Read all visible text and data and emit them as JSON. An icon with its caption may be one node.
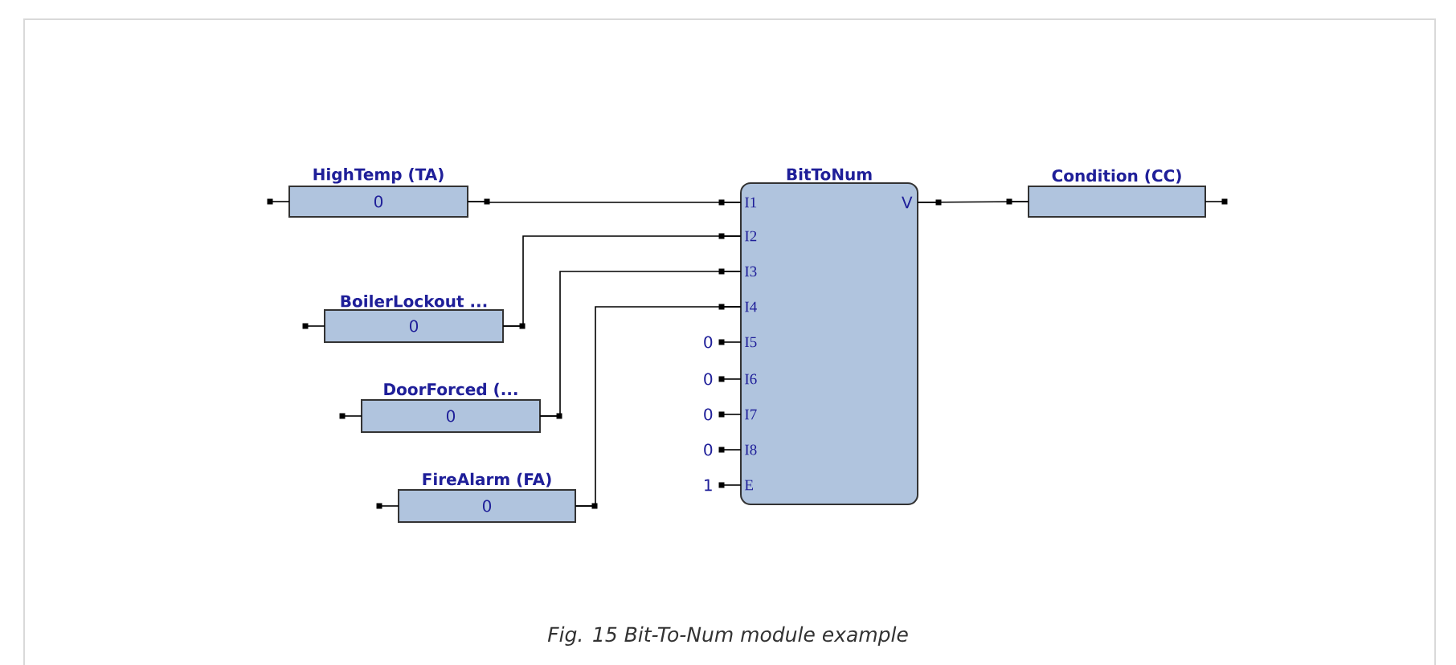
{
  "diagram": {
    "caption": "Fig. 15 Bit-To-Num module example",
    "nodes": [
      {
        "text": [
          "HighTemp (TA)",
          "0"
        ]
      },
      {
        "text": [
          "BoilerLockout ...",
          "0"
        ]
      },
      {
        "text": [
          "DoorForced (...",
          "0"
        ]
      },
      {
        "text": [
          "FireAlarm (FA)",
          "0"
        ]
      },
      {
        "text": [
          "BitToNum"
        ]
      },
      {
        "text": [
          "Condition (CC)"
        ]
      }
    ],
    "edges": [
      {
        "from": 0,
        "to": 4,
        "arrow": "none"
      },
      {
        "from": 1,
        "to": 4,
        "arrow": "none"
      },
      {
        "from": 2,
        "to": 4,
        "arrow": "none"
      },
      {
        "from": 3,
        "to": 4,
        "arrow": "none"
      },
      {
        "from": 4,
        "to": 5,
        "arrow": "none"
      }
    ],
    "labels": [
      "I1",
      "I2",
      "I3",
      "I4",
      "I5",
      "I6",
      "I7",
      "I8",
      "E",
      "V",
      "0",
      "0",
      "0",
      "0",
      "1"
    ]
  }
}
